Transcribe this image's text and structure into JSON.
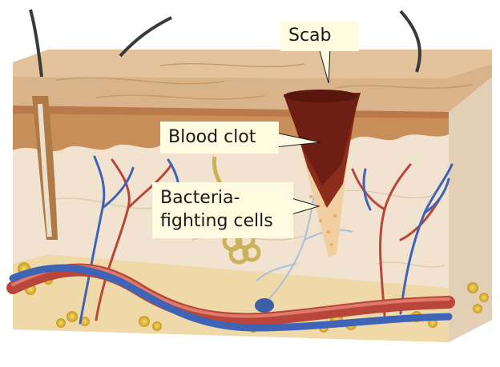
{
  "diagram": {
    "labels": {
      "scab": "Scab",
      "blood_clot": "Blood clot",
      "bacteria_line1": "Bacteria-",
      "bacteria_line2": "fighting cells"
    },
    "colors": {
      "callout_fill": "#fffbe0",
      "epidermis": "#d9b48a",
      "dermis": "#f1e3cf",
      "scab": "#6e1e12",
      "clot": "#8c2d1c",
      "white_cells": "#f3d2a6",
      "artery": "#b8463a",
      "vein": "#3f63b5",
      "fat": "#e2ba3e",
      "hair": "#3a3a3a"
    }
  }
}
